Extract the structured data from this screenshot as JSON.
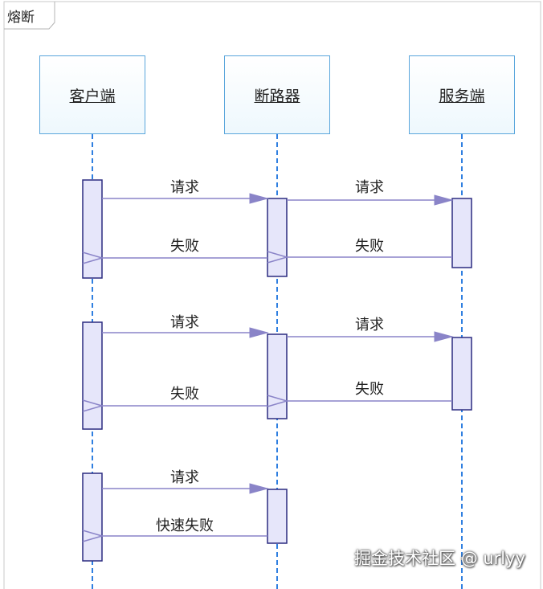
{
  "frame": {
    "title": "熔断"
  },
  "participants": [
    {
      "id": "client",
      "label": "客户端"
    },
    {
      "id": "breaker",
      "label": "断路器"
    },
    {
      "id": "server",
      "label": "服务端"
    }
  ],
  "messages": [
    {
      "from": "client",
      "to": "breaker",
      "label": "请求",
      "kind": "request"
    },
    {
      "from": "breaker",
      "to": "server",
      "label": "请求",
      "kind": "request"
    },
    {
      "from": "server",
      "to": "breaker",
      "label": "失败",
      "kind": "response"
    },
    {
      "from": "breaker",
      "to": "client",
      "label": "失败",
      "kind": "response"
    },
    {
      "from": "client",
      "to": "breaker",
      "label": "请求",
      "kind": "request"
    },
    {
      "from": "breaker",
      "to": "server",
      "label": "请求",
      "kind": "request"
    },
    {
      "from": "server",
      "to": "breaker",
      "label": "失败",
      "kind": "response"
    },
    {
      "from": "breaker",
      "to": "client",
      "label": "失败",
      "kind": "response"
    },
    {
      "from": "client",
      "to": "breaker",
      "label": "请求",
      "kind": "request"
    },
    {
      "from": "breaker",
      "to": "client",
      "label": "快速失败",
      "kind": "response"
    }
  ],
  "watermark": "掘金技术社区 @ urlyy",
  "colors": {
    "lifeline": "#2f7fe0",
    "participant_border": "#5aa6dc",
    "activation_fill": "#e6e6fa",
    "activation_border": "#2c2c80",
    "arrow": "#8a84c8"
  }
}
